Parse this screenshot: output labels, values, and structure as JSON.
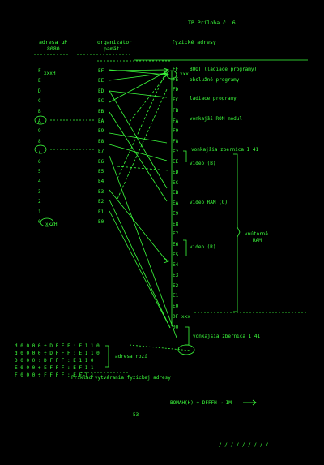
{
  "page_header": "TP Príloha č. 6",
  "columns": {
    "left_title": "adresa µP",
    "left_subtitle": "8080",
    "mid_title": "organizátor",
    "mid_subtitle": "pamäti",
    "right_title": "fyzické adresy"
  },
  "left_addresses": [
    "F",
    "E",
    "D",
    "C",
    "B",
    "A",
    "9",
    "8",
    "7",
    "6",
    "5",
    "4",
    "3",
    "2",
    "1",
    "0"
  ],
  "left_addr_suffix_top": "xxxH",
  "left_addr_suffix_bottom": "xxxH",
  "mid_addresses": [
    "EF",
    "EE",
    "ED",
    "EC",
    "EB",
    "EA",
    "E9",
    "E8",
    "E7",
    "E6",
    "E5",
    "E4",
    "E3",
    "E2",
    "E1",
    "E0"
  ],
  "right_addresses": [
    "FF",
    "FE",
    "FD",
    "FC",
    "FB",
    "FA",
    "F9",
    "F8",
    "E?",
    "EE",
    "ED",
    "EC",
    "EB",
    "EA",
    "E9",
    "E8",
    "E7",
    "E6",
    "E5",
    "E4",
    "E3",
    "E2",
    "E1",
    "E0",
    "0F",
    "00"
  ],
  "right_addr_suffix_top": "xxx",
  "right_addr_suffix_bottom": "xxx",
  "labels": {
    "boot": "BOOT (ladiace programy)",
    "service": "obslužné programy",
    "debug": "ladiace programy",
    "rom": "vonkajší ROM modul",
    "ext_bus_1": "vonkajšia zbernica I 41",
    "video_b": "video (B)",
    "video_ram": "video RAM (G)",
    "internal_ram": "vnútorná",
    "internal_ram_2": "RAM",
    "video_r": "video (R)",
    "ext_bus_2": "vonkajšia zbernica I 41"
  },
  "bottom_left_lines": [
    "d 0 0 0 0  ÷  D F F F  : E 1 1 0",
    "d 0 0 0 0  ÷  D F F F  : E 1 1 0",
    "D 0 0 0   ÷  D F F F  : E 1 1 0",
    "E 0 0 0   ÷  E F F F  : E F 1 1",
    "F 0 0 0   ÷  F F F F  : E F 1 1"
  ],
  "bottom_brace_label": "adresa rozí",
  "caption": "Príklad vytvárania fyzickej adresy",
  "bottom_formula": "BOMAH(H) ÷ DFFFH → IM",
  "page_number": "53",
  "footer_note": "/ / / /  / / / /  /",
  "colors": {
    "bg": "#000000",
    "fg": "#3cff3c"
  }
}
